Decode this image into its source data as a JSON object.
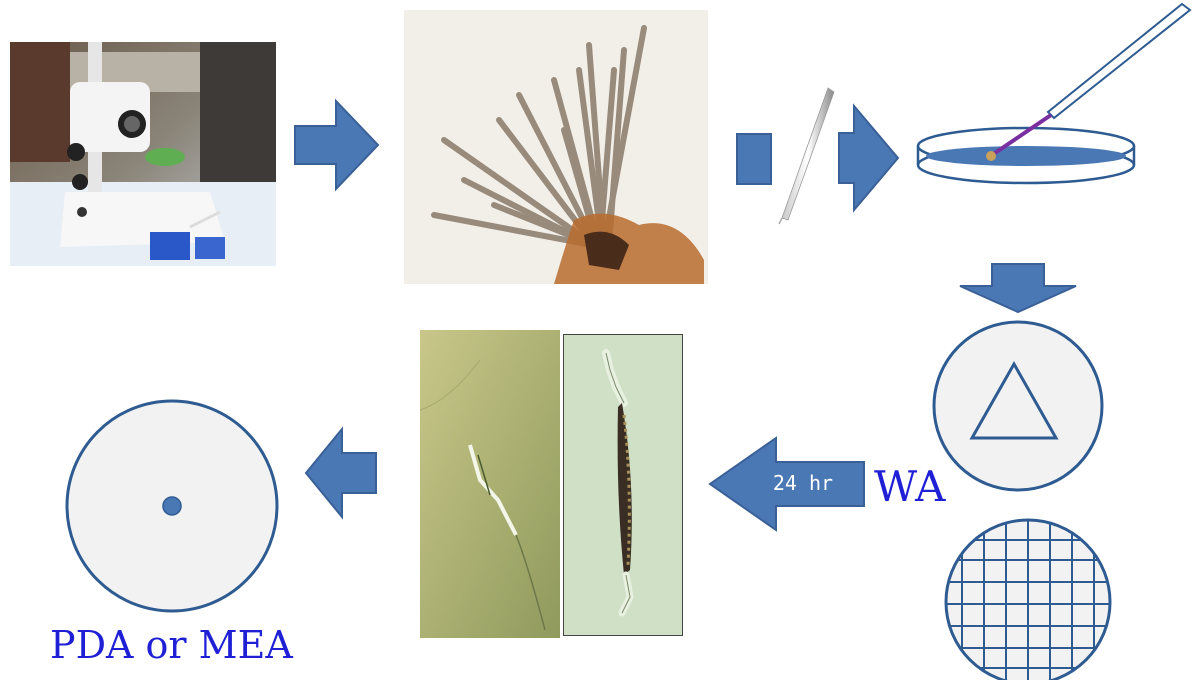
{
  "steps": {
    "incubation_label": "24 hr",
    "water_agar_label": "WA",
    "final_media_label": "PDA or MEA"
  },
  "colors": {
    "arrow_fill": "#4a78b5",
    "arrow_stroke": "#3a6098",
    "dish_fill": "#f2f2f2",
    "dish_stroke": "#2e5b91",
    "label_blue": "#1f1fd6"
  },
  "icons": {
    "microscope": "stereo-microscope-photo",
    "fungus": "conidiophores-micrograph",
    "needle": "needle-icon",
    "petri": "petri-dish-icon",
    "spore_a": "germinating-spore-micrograph",
    "spore_b": "conidium-micrograph"
  }
}
